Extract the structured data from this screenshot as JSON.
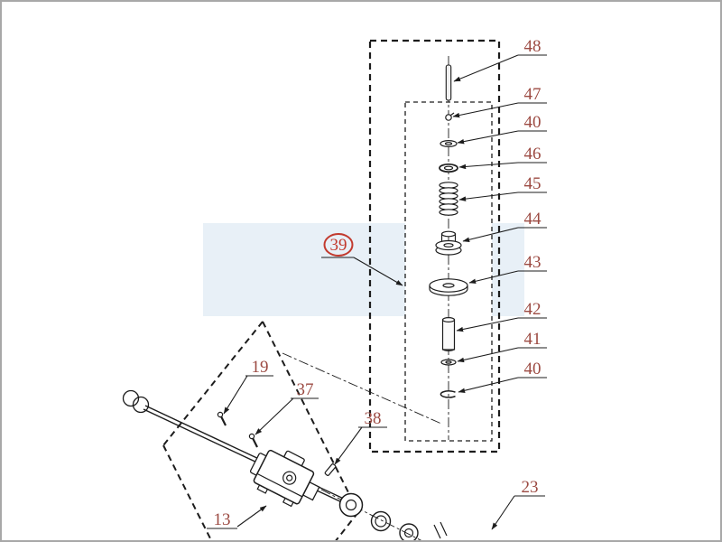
{
  "diagram": {
    "type": "exploded-parts-diagram",
    "colors": {
      "label": "#9c4a42",
      "highlight": "#c23a2e",
      "line": "#1c1c1c",
      "watermark_band": "#e8f0f7",
      "frame": "#a8a8a8"
    },
    "callouts": {
      "right": [
        "48",
        "47",
        "40",
        "46",
        "45",
        "44",
        "43",
        "42",
        "41",
        "40"
      ],
      "highlight": "39",
      "lower": [
        "19",
        "37",
        "38",
        "13",
        "23"
      ]
    }
  }
}
